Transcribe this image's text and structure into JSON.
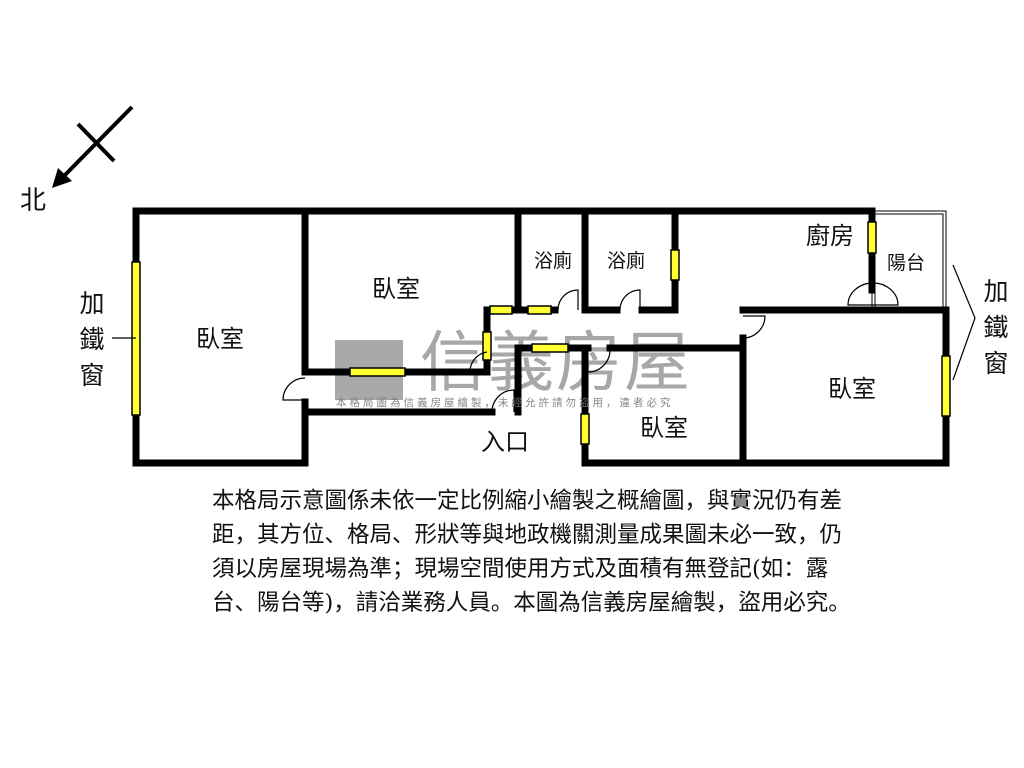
{
  "compass": {
    "north_label": "北"
  },
  "rooms": {
    "bedroom_west": "臥室",
    "bedroom_north": "臥室",
    "bath_1": "浴廁",
    "bath_2": "浴廁",
    "kitchen": "廚房",
    "balcony": "陽台",
    "bedroom_small": "臥室",
    "bedroom_east": "臥室",
    "entrance": "入口"
  },
  "annotations": {
    "iron_window_left": "加鐵窗",
    "iron_window_right": "加鐵窗"
  },
  "watermark": {
    "brand": "信義房屋",
    "notice": "本格局圖為信義房屋繪製，未經允許請勿盜用，違者必究"
  },
  "disclaimer": "本格局示意圖係未依一定比例縮小繪製之概繪圖，與實況仍有差距，其方位、格局、形狀等與地政機關測量成果圖未必一致，仍須以房屋現場為準；現場空間使用方式及面積有無登記(如：露台、陽台等)，請洽業務人員。本圖為信義房屋繪製，盜用必究。",
  "colors": {
    "wall": "#000000",
    "window": "#ffff33",
    "watermark": "#8c8c8c"
  }
}
